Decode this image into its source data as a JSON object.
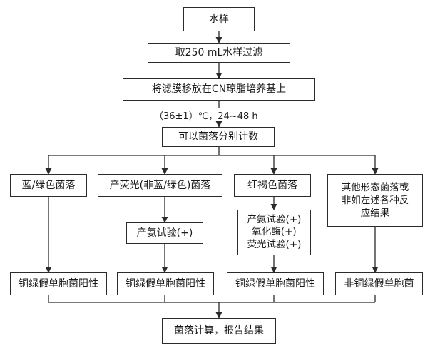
{
  "flow": {
    "water_sample": "水样",
    "filter": "取250 mL水样过滤",
    "transfer": "将滤膜移放在CN琼脂培养基上",
    "incubation": "（36±1）℃，24~48 h",
    "count": "可以菌落分别计数",
    "branches": {
      "blue_green": "蓝/绿色菌落",
      "fluorescent": "产荧光(非蓝/绿色)菌落",
      "red_brown": "红褐色菌落",
      "other_lines": [
        "其他形态菌落或",
        "非如左述各种反",
        "应结果"
      ]
    },
    "tests": {
      "fluorescent_test": "产氨试验(+)",
      "red_brown_tests": [
        "产氨试验(+)",
        "氧化酶(+)",
        "荧光试验(+)"
      ]
    },
    "results": {
      "r1": "铜绿假单胞菌阳性",
      "r2": "铜绿假单胞菌阳性",
      "r3": "铜绿假单胞菌阳性",
      "r4": "非铜绿假单胞菌"
    },
    "final": "菌落计算，报告结果"
  }
}
